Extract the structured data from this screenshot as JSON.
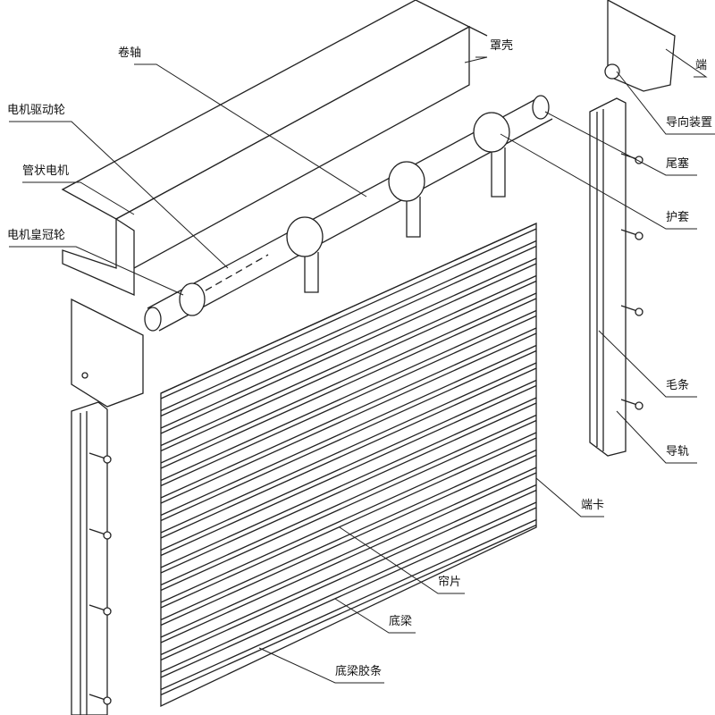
{
  "labels": {
    "roller_shaft": "卷轴",
    "housing": "罩壳",
    "motor_drive_wheel": "电机驱动轮",
    "tubular_motor": "管状电机",
    "motor_crown_wheel": "电机皇冠轮",
    "end_plate": "端",
    "guide_device": "导向装置",
    "end_plug": "尾塞",
    "sleeve": "护套",
    "brush_strip": "毛条",
    "guide_rail": "导轨",
    "end_clip": "端卡",
    "slat": "帘片",
    "bottom_beam": "底梁",
    "bottom_beam_rubber": "底梁胶条"
  },
  "colors": {
    "line": "#222222",
    "background": "#ffffff"
  }
}
